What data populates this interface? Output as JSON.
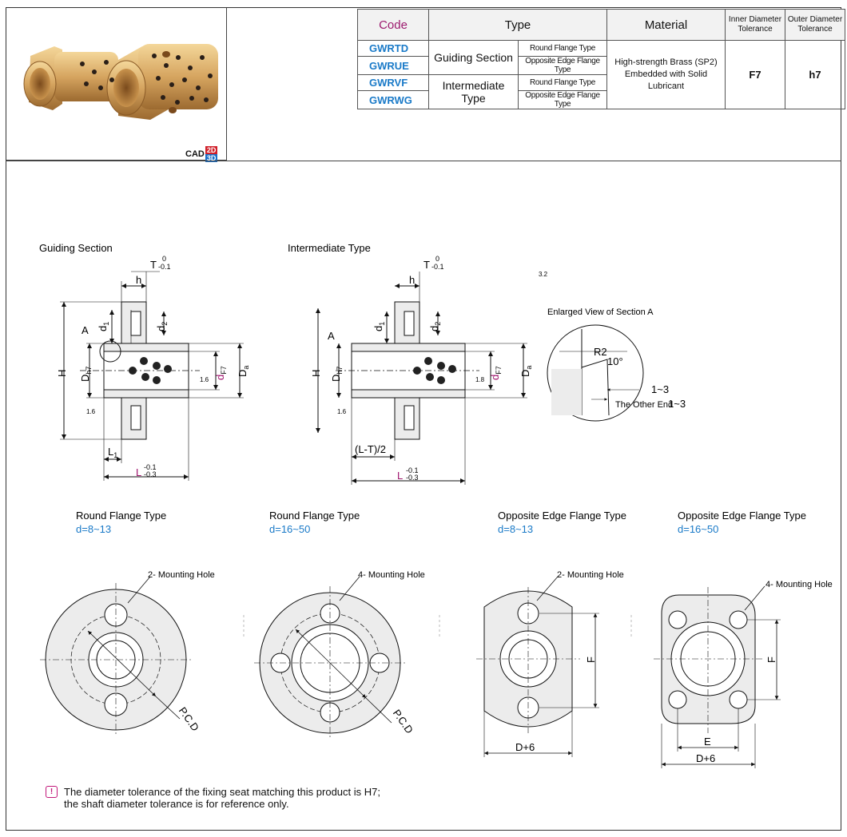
{
  "cad_badge": {
    "label": "CAD",
    "tag2d": "2D",
    "tag3d": "3D",
    "color2d": "#d0202a",
    "color3d": "#1a6fc8"
  },
  "table": {
    "headers": {
      "code": "Code",
      "type": "Type",
      "material": "Material",
      "inner": "Inner Diameter Tolerance",
      "outer": "Outer Diameter Tolerance"
    },
    "codes": [
      "GWRTD",
      "GWRUE",
      "GWRVF",
      "GWRWG"
    ],
    "groups": [
      "Guiding Section",
      "Intermediate Type"
    ],
    "subtypes": [
      "Round Flange Type",
      "Opposite Edge Flange Type",
      "Round Flange Type",
      "Opposite Edge Flange Type"
    ],
    "material_line1": "High-strength Brass (SP2)",
    "material_line2": "Embedded with Solid Lubricant",
    "inner_tol": "F7",
    "outer_tol": "h7"
  },
  "drawing": {
    "guiding_title": "Guiding Section",
    "intermediate_title": "Intermediate Type",
    "T_label": "T",
    "T_tol_top": "0",
    "T_tol_bottom": "-0.1",
    "h": "h",
    "d1": "d",
    "d1_sub": "1",
    "d2": "d",
    "d2_sub": "2",
    "A": "A",
    "H": "H",
    "Dh7": "D",
    "Dh7_sub": "h7",
    "dF7": "d",
    "dF7_sub": "F7",
    "Da": "D",
    "Da_sub": "a",
    "rough_16": "1.6",
    "rough_18": "1.8",
    "rough_32": "3.2",
    "L1": "L",
    "L1_sub": "1",
    "L": "L",
    "L_tol_top": "-0.1",
    "L_tol_bottom": "-0.3",
    "LT2": "(L-T)/2",
    "enlarged_title": "Enlarged View of Section A",
    "R2": "R2",
    "deg10": "10°",
    "range13": "1~3",
    "other_end": "The Other End",
    "other_end_range": "1~3"
  },
  "flanges": [
    {
      "title": "Round Flange Type",
      "range": "d=8~13",
      "hole": "2- Mounting Hole",
      "pcd": "P.C.D"
    },
    {
      "title": "Round Flange Type",
      "range": "d=16~50",
      "hole": "4- Mounting Hole",
      "pcd": "P.C.D"
    },
    {
      "title": "Opposite Edge Flange Type",
      "range": "d=8~13",
      "hole": "2- Mounting Hole",
      "F": "F",
      "D6": "D+6"
    },
    {
      "title": "Opposite Edge Flange Type",
      "range": "d=16~50",
      "hole": "4- Mounting Hole",
      "F": "F",
      "E": "E",
      "D6": "D+6"
    }
  ],
  "note": {
    "line1": "The diameter tolerance of the fixing seat matching this product is H7;",
    "line2": "the shaft diameter tolerance is for reference only."
  }
}
